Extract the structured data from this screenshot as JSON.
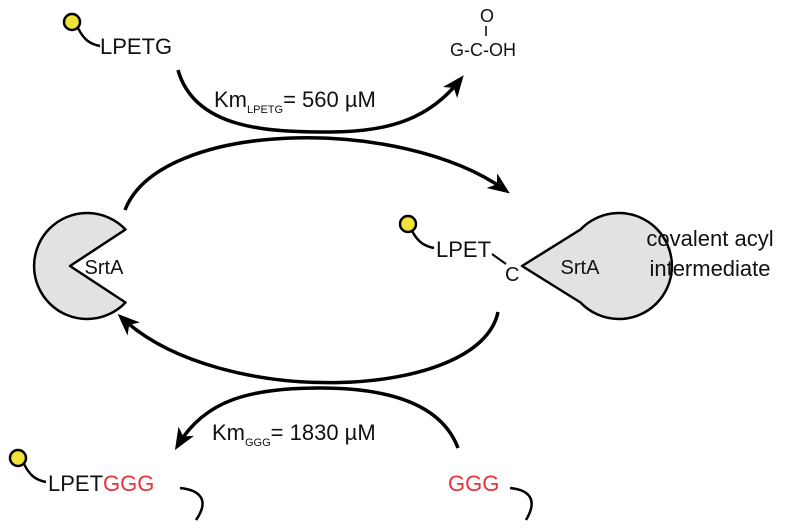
{
  "substrate": {
    "label": "LPETG"
  },
  "product": {
    "oxygen": "O",
    "formula": "G-C-OH"
  },
  "step1": {
    "km_prefix": "Km",
    "km_sub": "LPETG",
    "km_value": "= 560 µM"
  },
  "enzyme_free": {
    "label": "SrtA"
  },
  "intermediate": {
    "peptide": "LPET",
    "carbon": "C",
    "enzyme": "SrtA",
    "caption_line1": "covalent acyl",
    "caption_line2": "intermediate"
  },
  "step2": {
    "km_prefix": "Km",
    "km_sub": "GGG",
    "km_value": "= 1830 µM"
  },
  "ligation_product": {
    "peptide": "LPET",
    "nucleophile": "GGG"
  },
  "nucleophile": {
    "label": "GGG"
  },
  "colors": {
    "label_yellow": "#f2e33a",
    "enzyme_grey": "#e2e2e2",
    "nucleophile_red": "#e8323c"
  }
}
